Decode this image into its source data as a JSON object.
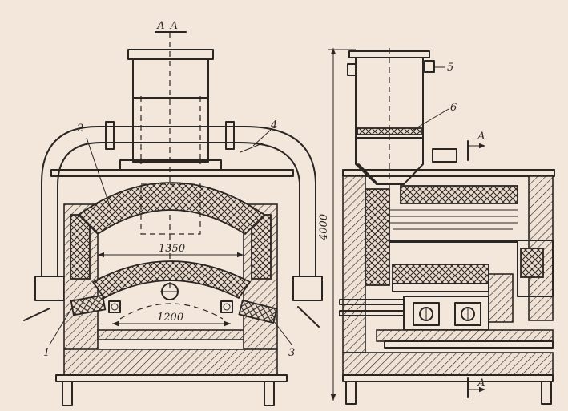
{
  "section_title": "А–А",
  "section_marker": "А",
  "callouts": {
    "c1": "1",
    "c2": "2",
    "c3": "3",
    "c4": "4",
    "c5": "5",
    "c6": "6"
  },
  "dimensions": {
    "arch_span": "1350",
    "hearth_span": "1200",
    "overall_height": "4000"
  }
}
